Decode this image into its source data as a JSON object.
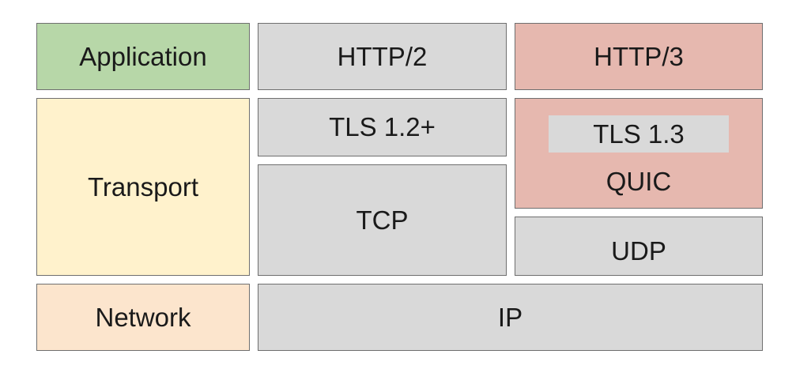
{
  "layers": {
    "application": "Application",
    "transport": "Transport",
    "network": "Network"
  },
  "protocols": {
    "http2": "HTTP/2",
    "http3": "HTTP/3",
    "tls12": "TLS 1.2+",
    "tls13": "TLS 1.3",
    "quic": "QUIC",
    "tcp": "TCP",
    "udp": "UDP",
    "ip": "IP"
  },
  "colors": {
    "application": "#b7d7a8",
    "transport": "#fff2cc",
    "network": "#fce5cd",
    "neutral": "#d9d9d9",
    "http3_stack": "#e6b8af",
    "border": "#6f6f6f"
  }
}
